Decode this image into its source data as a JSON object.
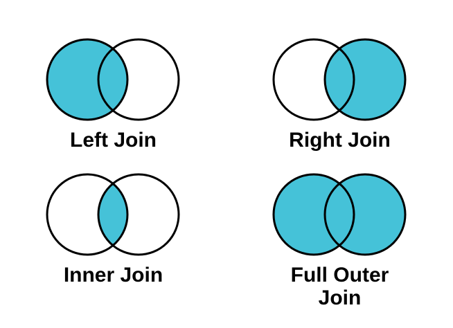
{
  "colors": {
    "fill": "#45C2D8",
    "empty": "#FFFFFF",
    "stroke": "#000000",
    "background": "#FFFFFF",
    "label_text": "#000000"
  },
  "chart_data": {
    "type": "venn-diagram-set",
    "description": "SQL join types shown as two-circle Venn diagrams",
    "diagrams": [
      {
        "label": "Left Join",
        "left_circle_filled": true,
        "right_circle_filled": false,
        "intersection_filled": true
      },
      {
        "label": "Right Join",
        "left_circle_filled": false,
        "right_circle_filled": true,
        "intersection_filled": true
      },
      {
        "label": "Inner Join",
        "left_circle_filled": false,
        "right_circle_filled": false,
        "intersection_filled": true
      },
      {
        "label": "Full Outer Join",
        "left_circle_filled": true,
        "right_circle_filled": true,
        "intersection_filled": true
      }
    ]
  }
}
